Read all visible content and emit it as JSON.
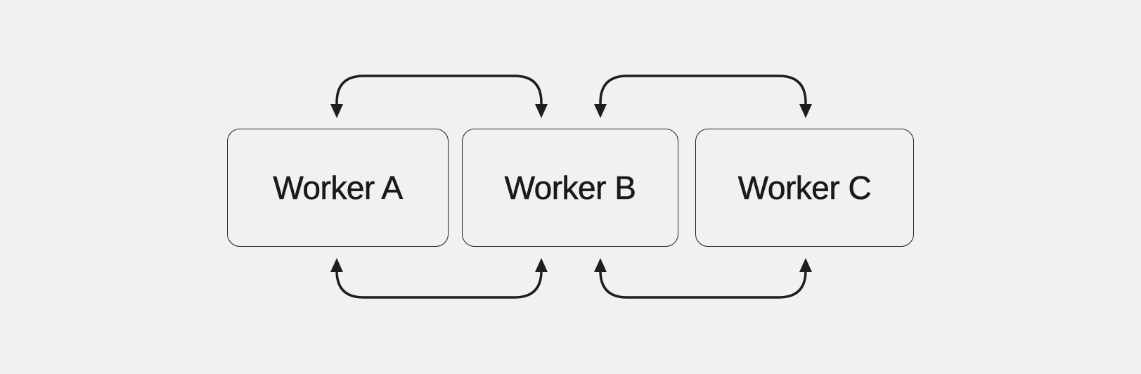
{
  "diagram": {
    "title": "worker-communication-diagram",
    "background_color": "#f1f1f0",
    "node_border_color": "#1f1f1f",
    "arrow_color": "#1e1e1e",
    "text_color": "#1a1a1a",
    "nodes": [
      {
        "id": "worker-a",
        "label": "Worker A"
      },
      {
        "id": "worker-b",
        "label": "Worker B"
      },
      {
        "id": "worker-c",
        "label": "Worker C"
      }
    ],
    "connections": [
      {
        "from": "worker-a",
        "to": "worker-b",
        "style": "curved-double-headed-arrow",
        "position": "top"
      },
      {
        "from": "worker-a",
        "to": "worker-b",
        "style": "curved-double-headed-arrow",
        "position": "bottom"
      },
      {
        "from": "worker-b",
        "to": "worker-c",
        "style": "curved-double-headed-arrow",
        "position": "top"
      },
      {
        "from": "worker-b",
        "to": "worker-c",
        "style": "curved-double-headed-arrow",
        "position": "bottom"
      }
    ]
  }
}
